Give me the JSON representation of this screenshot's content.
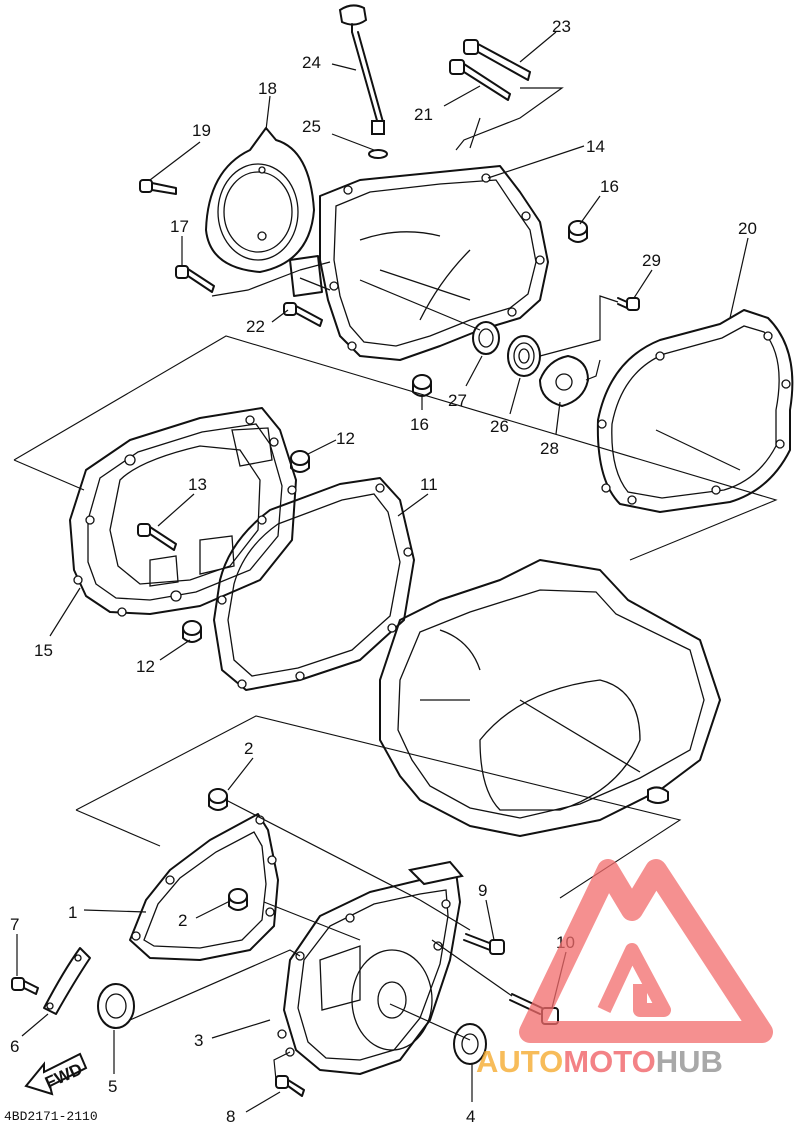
{
  "diagram": {
    "drawing_code": "4BD2171-2110",
    "fwd_label": "FWD",
    "callouts": [
      "1",
      "2",
      "2",
      "3",
      "4",
      "5",
      "6",
      "7",
      "8",
      "9",
      "10",
      "11",
      "12",
      "12",
      "13",
      "14",
      "15",
      "16",
      "16",
      "17",
      "18",
      "19",
      "20",
      "21",
      "22",
      "23",
      "24",
      "25",
      "26",
      "27",
      "28",
      "29"
    ]
  },
  "watermark": {
    "segments": [
      "AUTO",
      "MOTO",
      "HUB"
    ],
    "colors": {
      "auto": "#F5A623",
      "moto": "#F0595E",
      "hub": "#8C8C8C",
      "logo": "#F26B6B"
    }
  }
}
